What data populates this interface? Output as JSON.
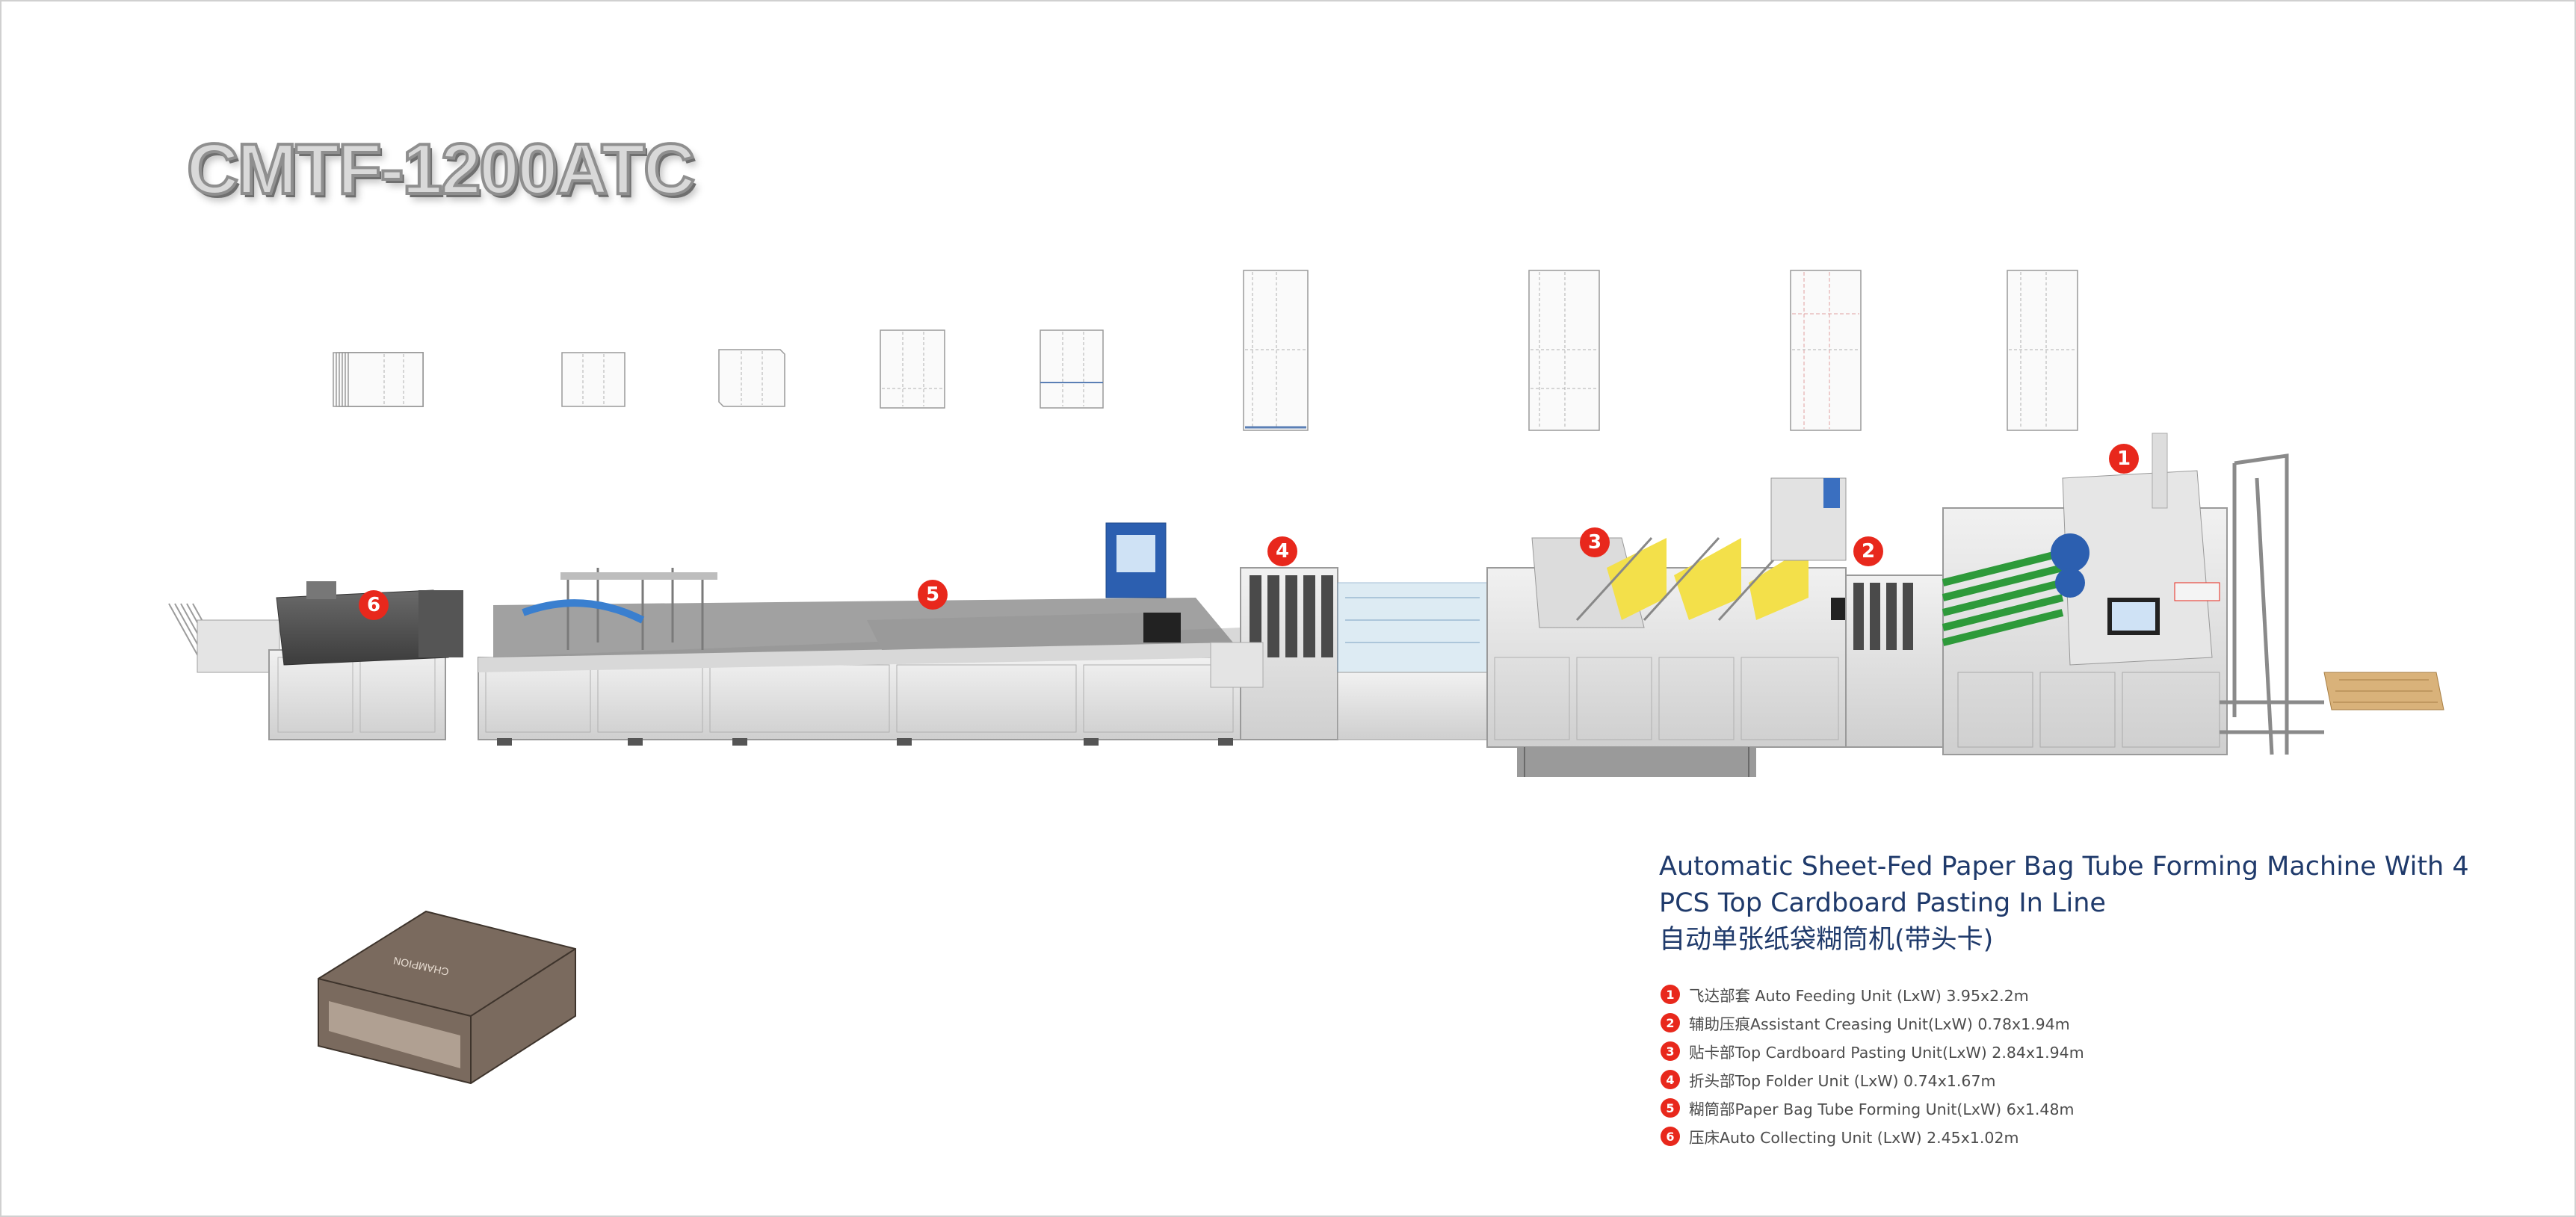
{
  "model": "CMTF-1200ATC",
  "title": {
    "line1": "Automatic Sheet-Fed Paper Bag Tube Forming Machine With 4",
    "line2": "PCS Top Cardboard Pasting In Line",
    "line3": "自动单张纸袋糊筒机(带头卡)"
  },
  "units": [
    {
      "num": "1",
      "text": "飞达部套 Auto Feeding Unit (LxW) 3.95x2.2m"
    },
    {
      "num": "2",
      "text": "辅助压痕Assistant Creasing Unit(LxW) 0.78x1.94m"
    },
    {
      "num": "3",
      "text": "贴卡部Top Cardboard Pasting Unit(LxW) 2.84x1.94m"
    },
    {
      "num": "4",
      "text": "折头部Top Folder Unit (LxW) 0.74x1.67m"
    },
    {
      "num": "5",
      "text": "糊筒部Paper Bag Tube Forming Unit(LxW) 6x1.48m"
    },
    {
      "num": "6",
      "text": "压床Auto Collecting Unit (LxW) 2.45x1.02m"
    }
  ],
  "markers": [
    "1",
    "2",
    "3",
    "4",
    "5",
    "6"
  ],
  "brand_panel": "CHAMPION",
  "colors": {
    "accent_red": "#e8281c",
    "title_blue": "#1f3a6b",
    "green_rollers": "#2e9a3a",
    "motor_blue": "#2c5fb0"
  }
}
